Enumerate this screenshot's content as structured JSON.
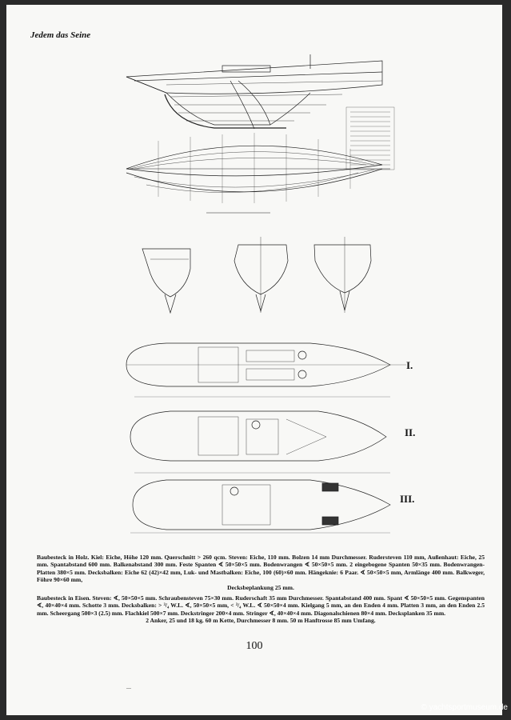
{
  "header": {
    "title": "Jedem das Seine"
  },
  "plans": {
    "labels": [
      "I.",
      "II.",
      "III."
    ]
  },
  "spec": {
    "wood": "Baubesteck in Holz. Kiel: Eiche, Höhe 120 mm. Querschnitt > 260 qcm. Steven: Eiche, 110 mm. Bolzen 14 mm Durchmesser. Rudersteven 110 mm, Außenhaut: Eiche, 25 mm. Spantabstand 600 mm. Balkenabstand 300 mm. Feste Spanten ∢ 50×50×5 mm. Bodenwrangen ∢ 50×50×5 mm. 2 eingebogene Spanten 50×35 mm. Bodenwrangen-Platten 380×5 mm. Decksbalken: Eiche 62 (42)×42 mm, Luk- und Mastbalken: Eiche, 100 (60)×60 mm. Hängeknie: 6 Paar. ∢ 50×50×5 mm, Armlänge 400 mm. Balkweger, Föhre 90×60 mm,",
    "wood_end": "Decksbeplankung 25 mm.",
    "iron": "Baubesteck in Eisen. Steven: ∢, 50×50×5 mm. Schraubensteven 75×30 mm. Ruderschaft 35 mm Durchmesser. Spantabstand 400 mm. Spant ∢ 50×50×5 mm. Gegenspanten ∢, 40×40×4 mm. Schotte 3 mm. Decksbalken: > ³/₄ W.L. ∢, 50×50×5 mm, < ³/₄ W.L. ∢ 50×50×4 mm. Kielgang 5 mm, an den Enden 4 mm. Platten 3 mm, an den Enden 2.5 mm. Scheergang 500×3 (2.5) mm. Flachkiel 500×7 mm. Deckstringer 200×4 mm. Stringer ∢, 40×40×4 mm. Diagonalschienen 80×4 mm. Decksplanken 35 mm.",
    "anchors": "2 Anker, 25 und 18 kg. 60 m Kette, Durchmesser 8 mm. 50 m Hanftrosse 85 mm Umfang."
  },
  "page_number": "100",
  "watermark": "© yachtsportmuseum.de"
}
